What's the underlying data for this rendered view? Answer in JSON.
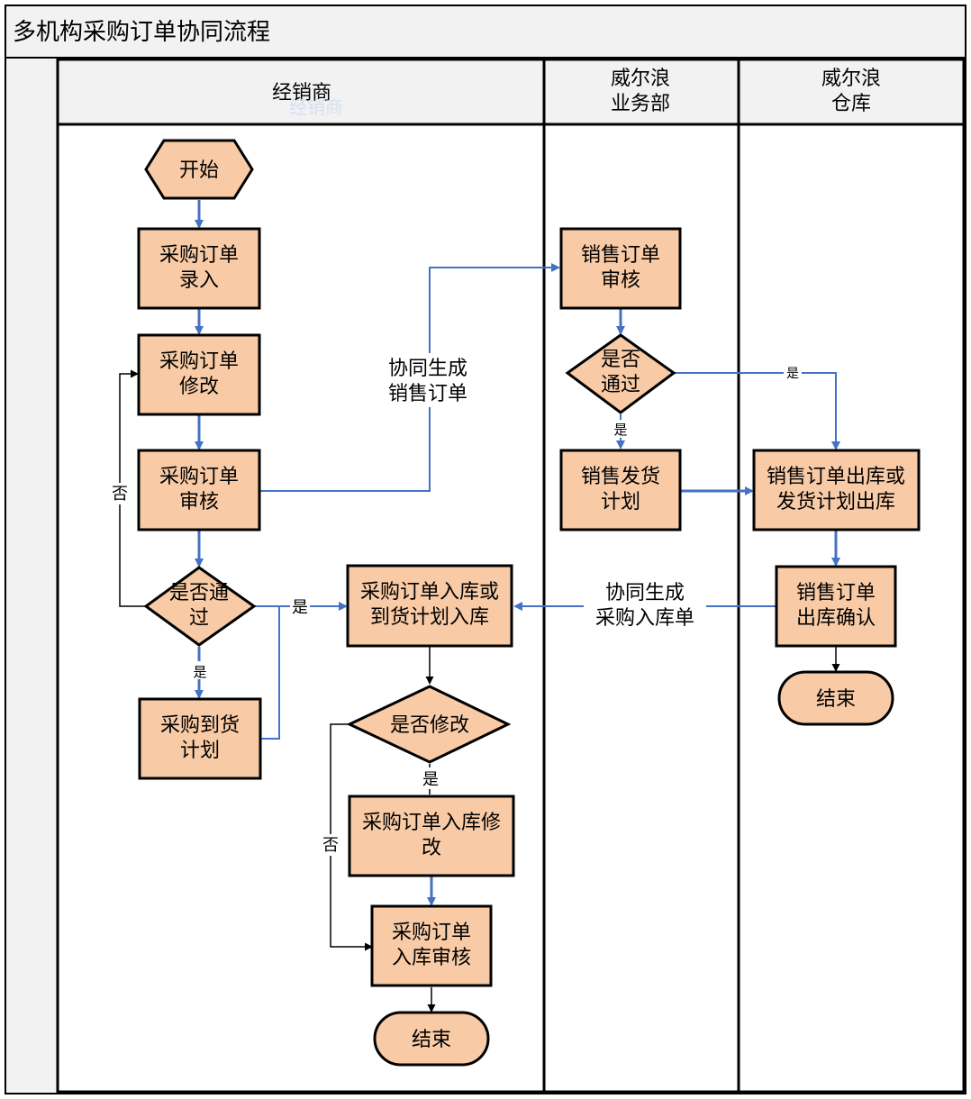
{
  "title": "多机构采购订单协同流程",
  "lanes": {
    "dealer": {
      "label": "经销商",
      "ghost": "经销商"
    },
    "sales": {
      "line1": "威尔浪",
      "line2": "业务部"
    },
    "warehouse": {
      "line1": "威尔浪",
      "line2": "仓库"
    }
  },
  "nodes": {
    "start": {
      "line1": "开始"
    },
    "po_entry": {
      "line1": "采购订单",
      "line2": "录入"
    },
    "po_modify": {
      "line1": "采购订单",
      "line2": "修改"
    },
    "po_review": {
      "line1": "采购订单",
      "line2": "审核"
    },
    "pass_1": {
      "line1": "是否通",
      "line2": "过"
    },
    "arrival_plan": {
      "line1": "采购到货",
      "line2": "计划"
    },
    "po_inbound": {
      "line1": "采购订单入库或",
      "line2": "到货计划入库"
    },
    "modify_q": {
      "line1": "是否修改"
    },
    "inbound_modify": {
      "line1": "采购订单入库修",
      "line2": "改"
    },
    "inbound_review": {
      "line1": "采购订单",
      "line2": "入库审核"
    },
    "end_1": {
      "line1": "结束"
    },
    "so_review": {
      "line1": "销售订单",
      "line2": "审核"
    },
    "pass_2": {
      "line1": "是否",
      "line2": "通过"
    },
    "ship_plan": {
      "line1": "销售发货",
      "line2": "计划"
    },
    "so_outbound": {
      "line1": "销售订单出库或",
      "line2": "发货计划出库"
    },
    "outbound_confirm": {
      "line1": "销售订单",
      "line2": "出库确认"
    },
    "end_2": {
      "line1": "结束"
    }
  },
  "labels": {
    "sync_so": {
      "line1": "协同生成",
      "line2": "销售订单"
    },
    "sync_inbound": {
      "line1": "协同生成",
      "line2": "采购入库单"
    },
    "no_1": "否",
    "yes_1": "是",
    "yes_2": "是",
    "yes_3": "是",
    "no_2": "否",
    "yes_4": "是",
    "yes_5": "是"
  },
  "colors": {
    "node_fill": "#F8CBA6",
    "arrow_blue": "#4472C4",
    "border": "#000000",
    "header_fill": "#F2F2F2"
  }
}
